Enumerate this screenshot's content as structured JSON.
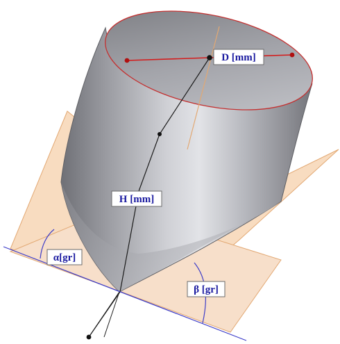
{
  "diagram": {
    "labels": {
      "diameter": "D [mm]",
      "height": "H [mm]",
      "alpha": "α[gr]",
      "beta": "β [gr]"
    },
    "colors": {
      "plane_fill": "#f8dcc0",
      "plane_stroke": "#e2a873",
      "cylinder_light": "#d9d9dd",
      "cylinder_mid": "#a9aab0",
      "cylinder_dark": "#6e6f75",
      "rim": "#c43030",
      "diameter_line": "#d41c1c",
      "axis_line": "#1a1a1a",
      "ground_line": "#3c3cc8",
      "label_text": "#1a1aa0"
    }
  }
}
